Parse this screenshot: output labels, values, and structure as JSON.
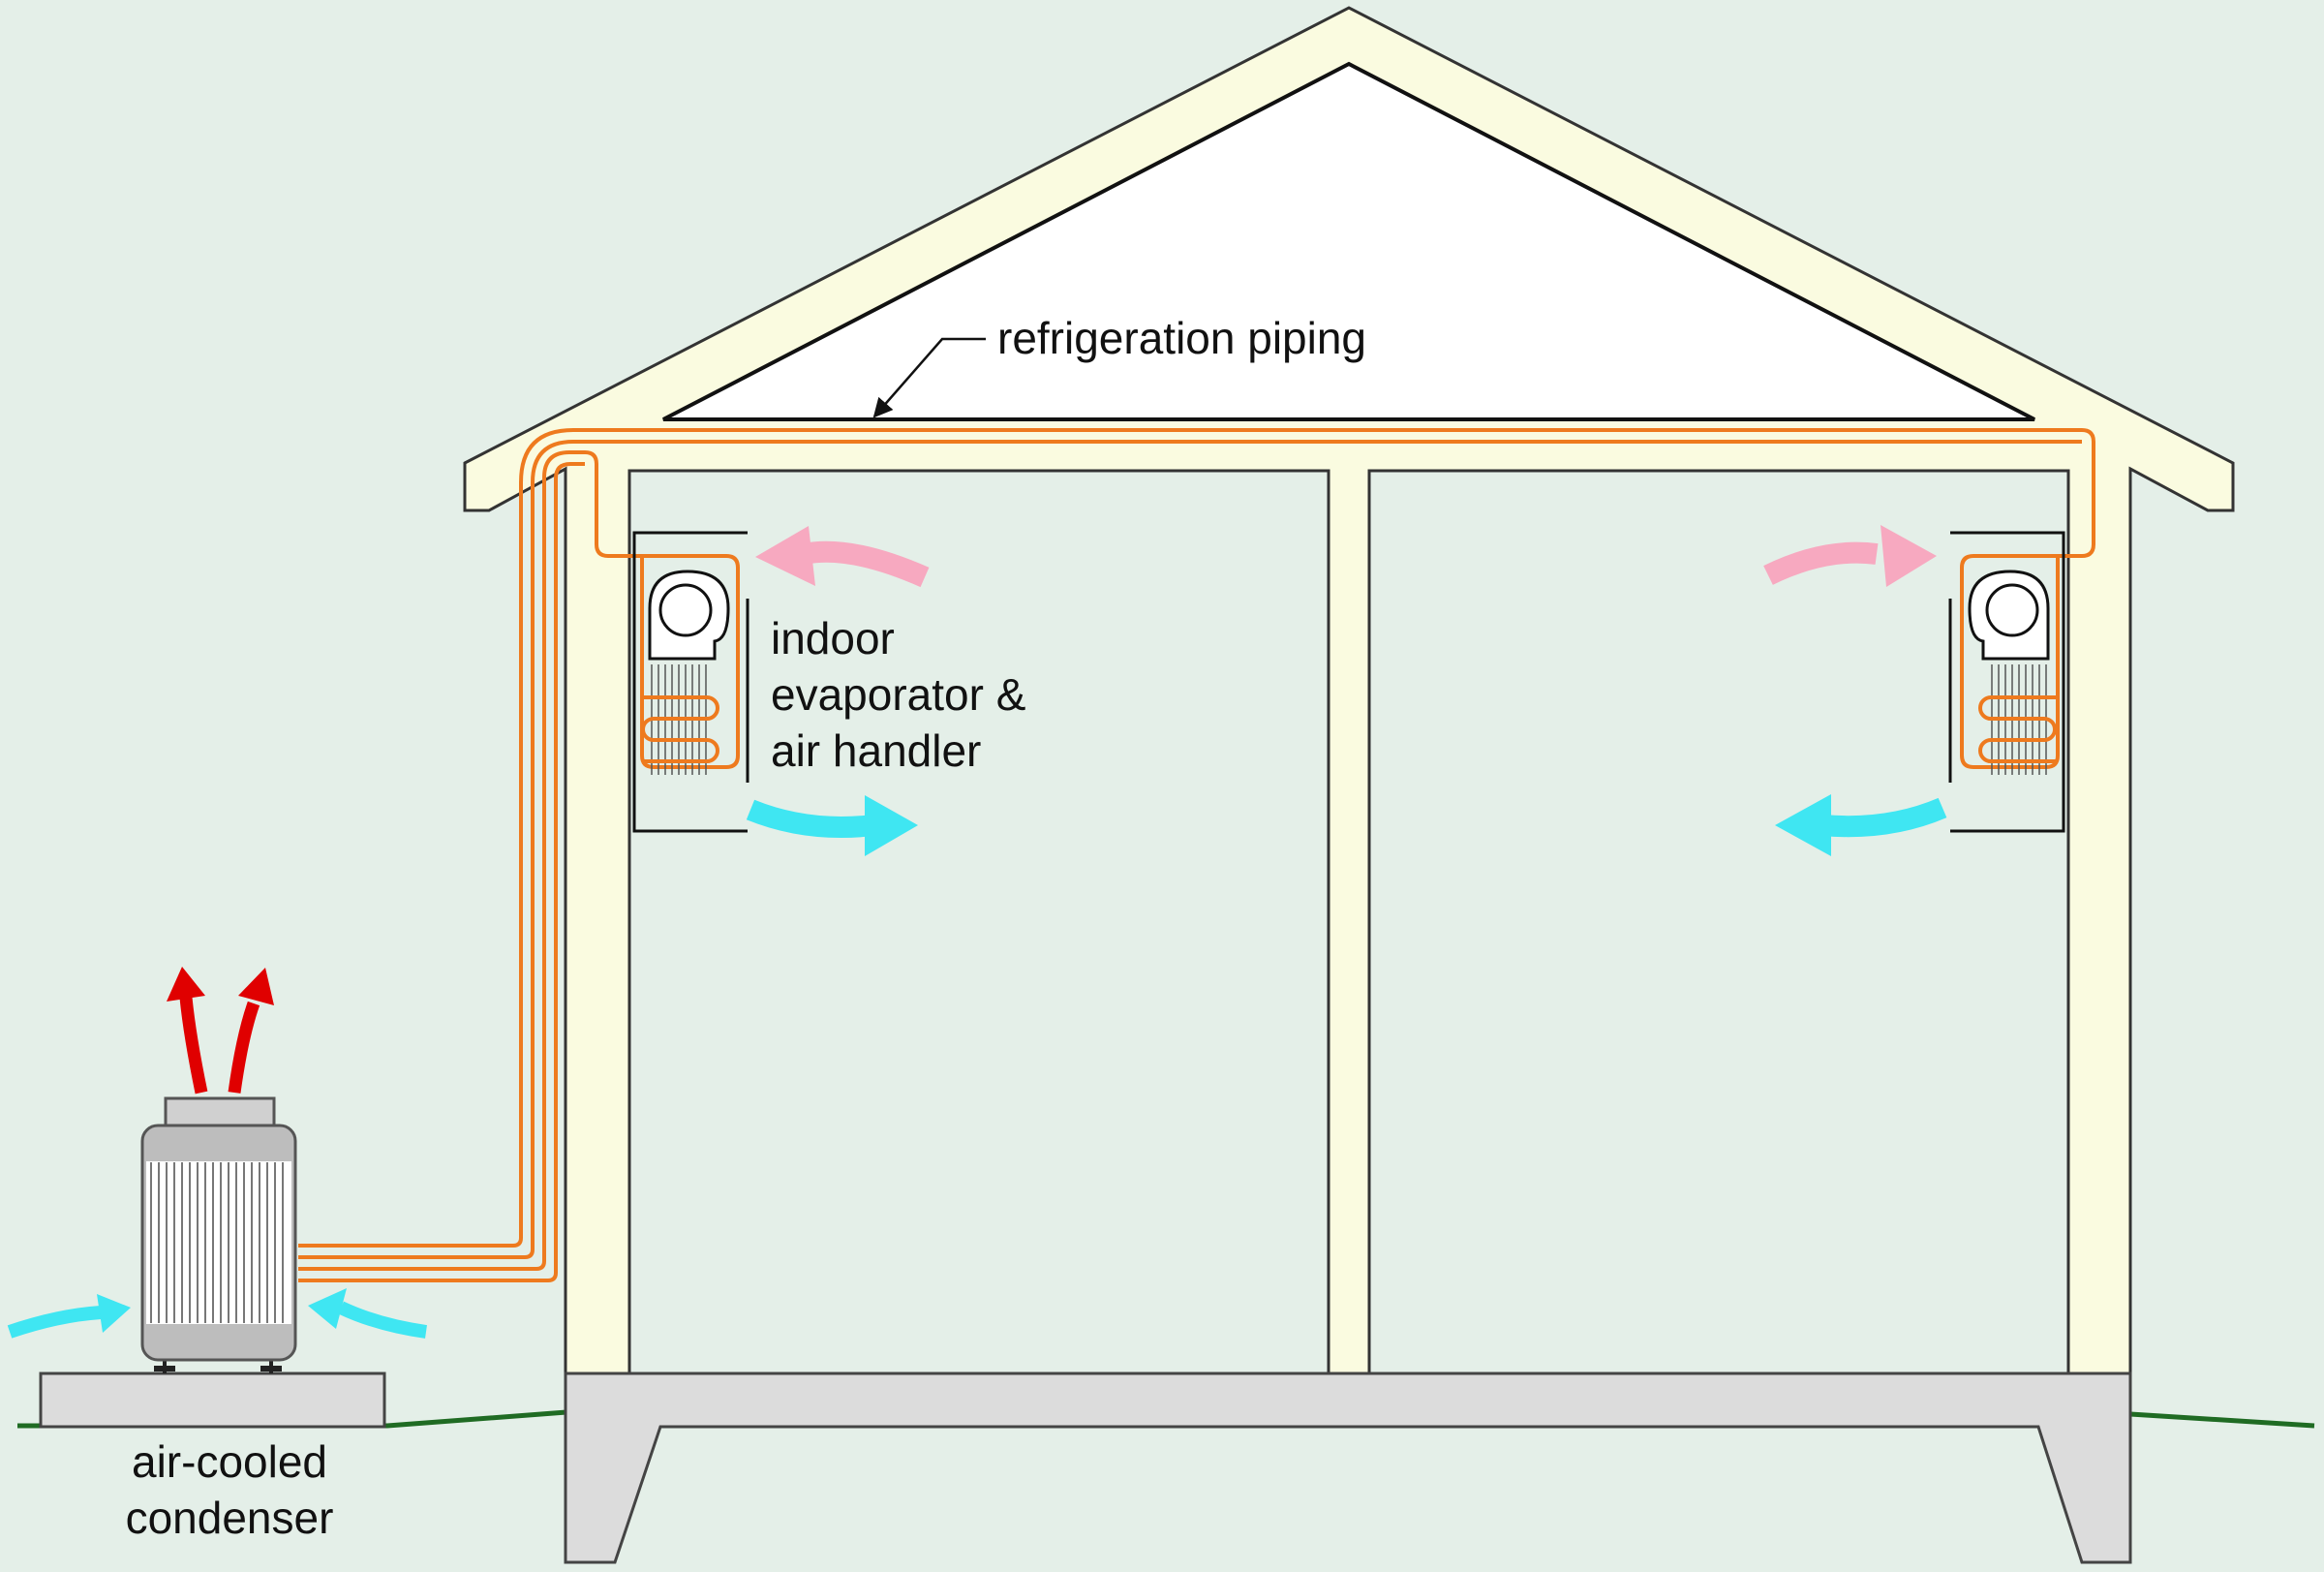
{
  "labels": {
    "refrigeration_piping": "refrigeration piping",
    "evaporator_line1": "indoor",
    "evaporator_line2": "evaporator &",
    "evaporator_line3": "air handler",
    "condenser_line1": "air-cooled",
    "condenser_line2": "condenser"
  },
  "colors": {
    "background": "#e4efe8",
    "house_frame": "#fafbe0",
    "attic": "#ffffff",
    "foundation": "#dcdcdc",
    "piping": "#ee7a1e",
    "ground": "#1f6b23",
    "warm_air_indoor": "#f7a9c0",
    "cool_air": "#3fe6f2",
    "hot_exhaust": "#e00000",
    "condenser_body": "#bdbdbd"
  },
  "icons": [
    "condenser-unit-icon",
    "evaporator-air-handler-icon",
    "blower-fan-icon",
    "coil-icon",
    "airflow-arrow-icon"
  ]
}
